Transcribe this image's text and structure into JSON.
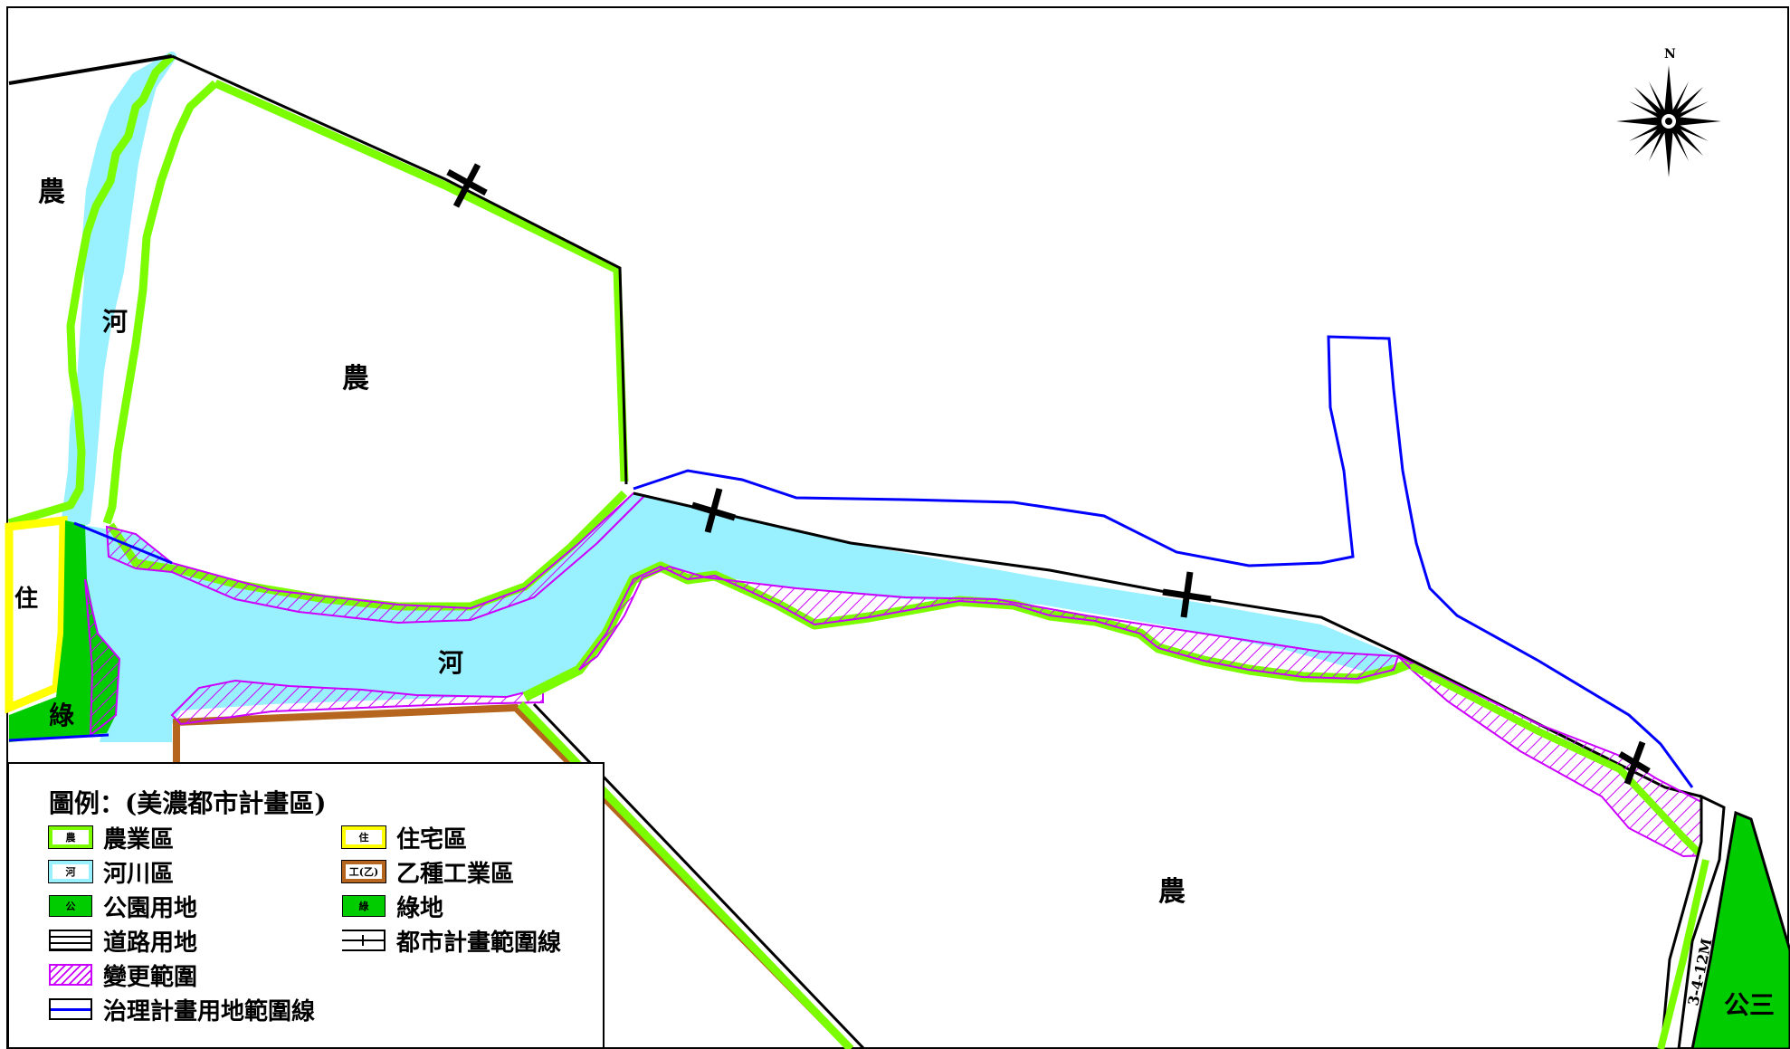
{
  "map": {
    "zone_labels": {
      "agri_top_left": "農",
      "agri_center": "農",
      "agri_bottom": "農",
      "river_upper": "河",
      "river_lower": "河",
      "residential": "住",
      "green": "綠",
      "park_three": "公三",
      "road_code": "3-4-12M"
    },
    "compass": {
      "north": "N"
    }
  },
  "legend": {
    "title": "圖例：(美濃都市計畫區)",
    "items": [
      {
        "swatch_text": "農",
        "label": "農業區",
        "icon": "agricultural-zone-swatch",
        "color": "#7CFC00"
      },
      {
        "swatch_text": "住",
        "label": "住宅區",
        "icon": "residential-zone-swatch",
        "color": "#FFFF00"
      },
      {
        "swatch_text": "河",
        "label": "河川區",
        "icon": "river-zone-swatch",
        "color": "#99F0FF"
      },
      {
        "swatch_text": "工(乙)",
        "label": "乙種工業區",
        "icon": "industrial-zone-swatch",
        "color": "#B5651D"
      },
      {
        "swatch_text": "公",
        "label": "公園用地",
        "icon": "park-land-swatch",
        "color": "#00CC00"
      },
      {
        "swatch_text": "綠",
        "label": "綠地",
        "icon": "green-space-swatch",
        "color": "#00CC00"
      },
      {
        "swatch_text": "",
        "label": "道路用地",
        "icon": "road-land-swatch",
        "color": "#000000"
      },
      {
        "swatch_text": "",
        "label": "都市計畫範圍線",
        "icon": "urban-plan-boundary-swatch",
        "color": "#000000"
      },
      {
        "swatch_text": "",
        "label": "變更範圍",
        "icon": "change-area-swatch",
        "color": "#CC00FF"
      },
      {
        "swatch_text": "",
        "label": "治理計畫用地範圍線",
        "icon": "governance-boundary-swatch",
        "color": "#0000FF"
      }
    ]
  }
}
